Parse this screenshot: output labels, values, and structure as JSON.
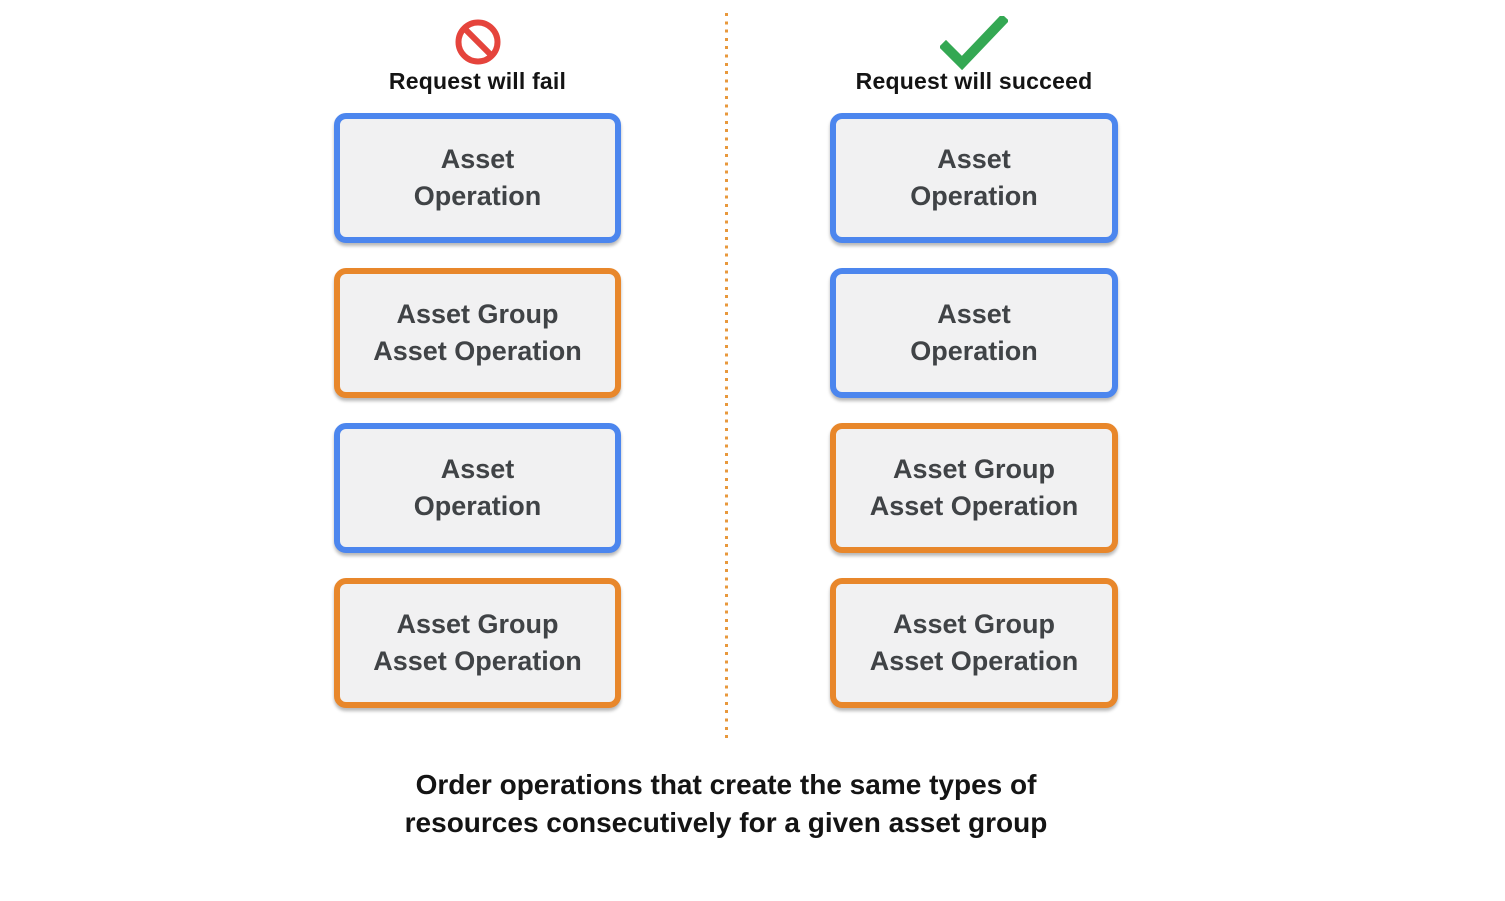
{
  "columns": [
    {
      "label": "Request will fail",
      "icon": "prohibited-icon",
      "boxes": [
        {
          "kind": "asset-operation",
          "line1": "Asset",
          "line2": "Operation"
        },
        {
          "kind": "asset-group-asset-operation",
          "line1": "Asset Group",
          "line2": "Asset Operation"
        },
        {
          "kind": "asset-operation",
          "line1": "Asset",
          "line2": "Operation"
        },
        {
          "kind": "asset-group-asset-operation",
          "line1": "Asset Group",
          "line2": "Asset Operation"
        }
      ]
    },
    {
      "label": "Request will succeed",
      "icon": "checkmark-icon",
      "boxes": [
        {
          "kind": "asset-operation",
          "line1": "Asset",
          "line2": "Operation"
        },
        {
          "kind": "asset-operation",
          "line1": "Asset",
          "line2": "Operation"
        },
        {
          "kind": "asset-group-asset-operation",
          "line1": "Asset Group",
          "line2": "Asset Operation"
        },
        {
          "kind": "asset-group-asset-operation",
          "line1": "Asset Group",
          "line2": "Asset Operation"
        }
      ]
    }
  ],
  "caption": {
    "line1": "Order operations that create the same types of",
    "line2": "resources consecutively for a given asset group"
  },
  "colors": {
    "blue_border": "#4c86ee",
    "orange_border": "#e8872b",
    "box_fill": "#f1f1f2",
    "box_text": "#404346",
    "fail_icon_red": "#e5443c",
    "success_icon_green": "#34a853",
    "divider_orange": "#e8983c",
    "heading_text": "#141414"
  }
}
